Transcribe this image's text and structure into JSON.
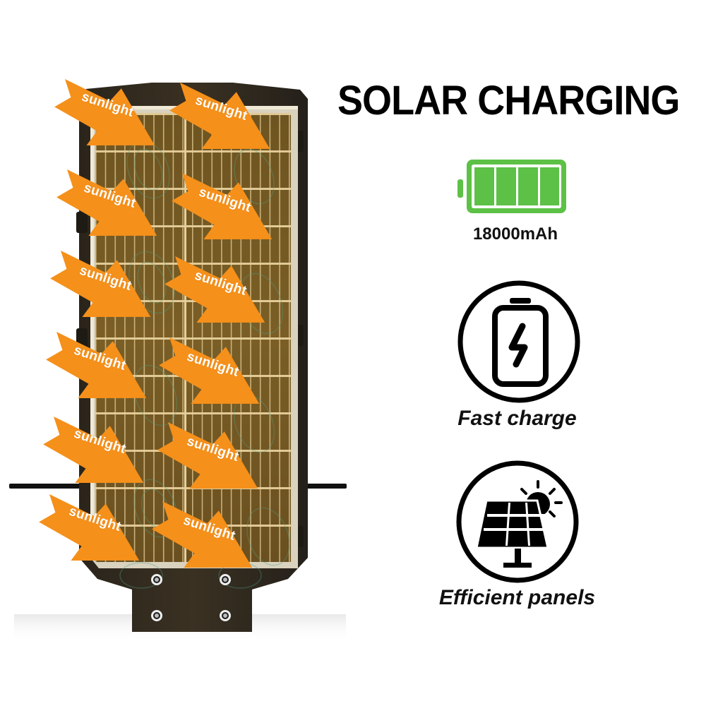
{
  "header": {
    "title": "SOLAR CHARGING"
  },
  "illustration": {
    "name": "solar street light panel",
    "arrow_color": "#f5901a",
    "arrows": [
      {
        "label": "sunlight"
      },
      {
        "label": "sunlight"
      },
      {
        "label": "sunlight"
      },
      {
        "label": "sunlight"
      },
      {
        "label": "sunlight"
      },
      {
        "label": "sunlight"
      },
      {
        "label": "sunlight"
      },
      {
        "label": "sunlight"
      },
      {
        "label": "sunlight"
      },
      {
        "label": "sunlight"
      },
      {
        "label": "sunlight"
      },
      {
        "label": "sunlight"
      }
    ]
  },
  "features": [
    {
      "icon": "battery-full-icon",
      "label": "18000mAh",
      "color": "#5cc146"
    },
    {
      "icon": "fast-charge-battery-icon",
      "label": "Fast charge",
      "color": "#000000"
    },
    {
      "icon": "solar-panel-sun-icon",
      "label": "Efficient panels",
      "color": "#000000"
    }
  ]
}
